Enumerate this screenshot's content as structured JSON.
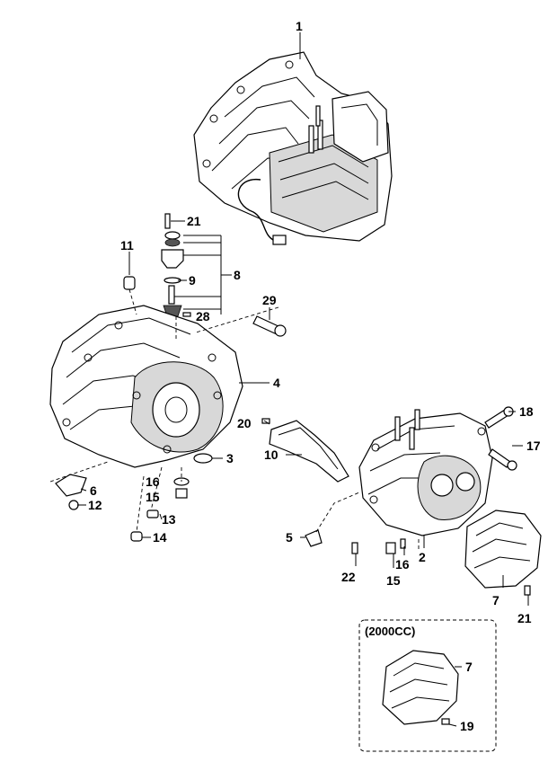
{
  "variant_box": {
    "label": "(2000CC)"
  },
  "callouts": {
    "c1": "1",
    "c21a": "21",
    "c11": "11",
    "c8": "8",
    "c9": "9",
    "c29": "29",
    "c28": "28",
    "c4": "4",
    "c20": "20",
    "c3": "3",
    "c10": "10",
    "c18": "18",
    "c17": "17",
    "c6": "6",
    "c12": "12",
    "c16a": "16",
    "c15a": "15",
    "c13": "13",
    "c14": "14",
    "c5": "5",
    "c22": "22",
    "c16b": "16",
    "c2": "2",
    "c15b": "15",
    "c7a": "7",
    "c21b": "21",
    "c7b": "7",
    "c19": "19"
  }
}
